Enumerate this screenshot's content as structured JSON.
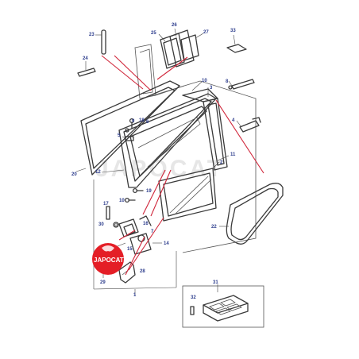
{
  "watermark": "JAPOCAT",
  "logo": {
    "text": "JAPOCAT",
    "color": "#e41e26"
  },
  "colors": {
    "callout": "#2c3c8c",
    "highlight": "#d0263a",
    "line": "#3a3a3a"
  },
  "callouts": [
    {
      "id": "c23",
      "label": "23"
    },
    {
      "id": "c24",
      "label": "24"
    },
    {
      "id": "c25",
      "label": "25"
    },
    {
      "id": "c26",
      "label": "26"
    },
    {
      "id": "c27",
      "label": "27"
    },
    {
      "id": "c33",
      "label": "33"
    },
    {
      "id": "c10a",
      "label": "10"
    },
    {
      "id": "c3",
      "label": "3"
    },
    {
      "id": "c9",
      "label": "9"
    },
    {
      "id": "c18",
      "label": "18"
    },
    {
      "id": "c6",
      "label": "6"
    },
    {
      "id": "c4",
      "label": "4"
    },
    {
      "id": "c5",
      "label": "5"
    },
    {
      "id": "c8",
      "label": "8"
    },
    {
      "id": "c11",
      "label": "11"
    },
    {
      "id": "c2",
      "label": "2"
    },
    {
      "id": "c20",
      "label": "20"
    },
    {
      "id": "c12",
      "label": "12"
    },
    {
      "id": "c19",
      "label": "19"
    },
    {
      "id": "c10b",
      "label": "10"
    },
    {
      "id": "c17",
      "label": "17"
    },
    {
      "id": "c30",
      "label": "30"
    },
    {
      "id": "c16",
      "label": "16"
    },
    {
      "id": "c7",
      "label": "7"
    },
    {
      "id": "c14",
      "label": "14"
    },
    {
      "id": "c15",
      "label": "15"
    },
    {
      "id": "c22",
      "label": "22"
    },
    {
      "id": "c29",
      "label": "29"
    },
    {
      "id": "c28",
      "label": "28"
    },
    {
      "id": "c1",
      "label": "1"
    },
    {
      "id": "c31",
      "label": "31"
    },
    {
      "id": "c32",
      "label": "32"
    }
  ]
}
